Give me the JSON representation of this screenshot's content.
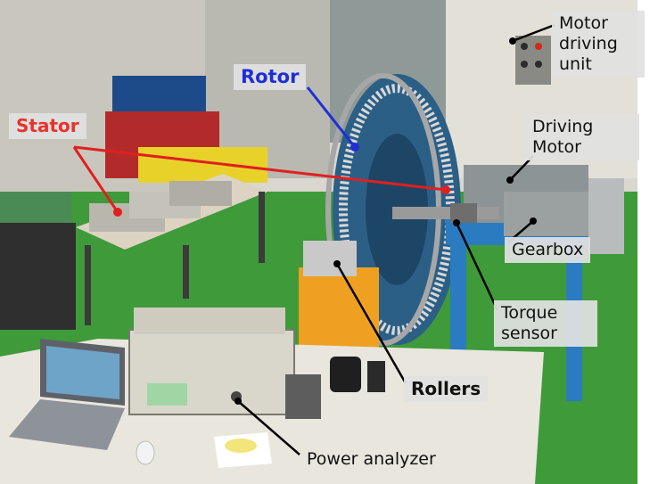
{
  "labels": {
    "motor_driving_unit": {
      "line1": "Motor",
      "line2": "driving",
      "line3": "unit"
    },
    "rotor": "Rotor",
    "stator": "Stator",
    "driving_motor": {
      "line1": "Driving",
      "line2": "Motor"
    },
    "gearbox": "Gearbox",
    "torque_sensor": {
      "line1": "Torque",
      "line2": "sensor"
    },
    "rollers": "Rollers",
    "power_analyzer": "Power analyzer"
  },
  "colors": {
    "rotor_label": "#1f2fd6",
    "stator_label": "#e8332b",
    "stator_lines": "#e02020",
    "rotor_line": "#1f2fd6",
    "pointer_lines": "#000000",
    "floor": "#3f9a3a",
    "stand": "#2a7bbf",
    "support_block": "#f0a020"
  }
}
